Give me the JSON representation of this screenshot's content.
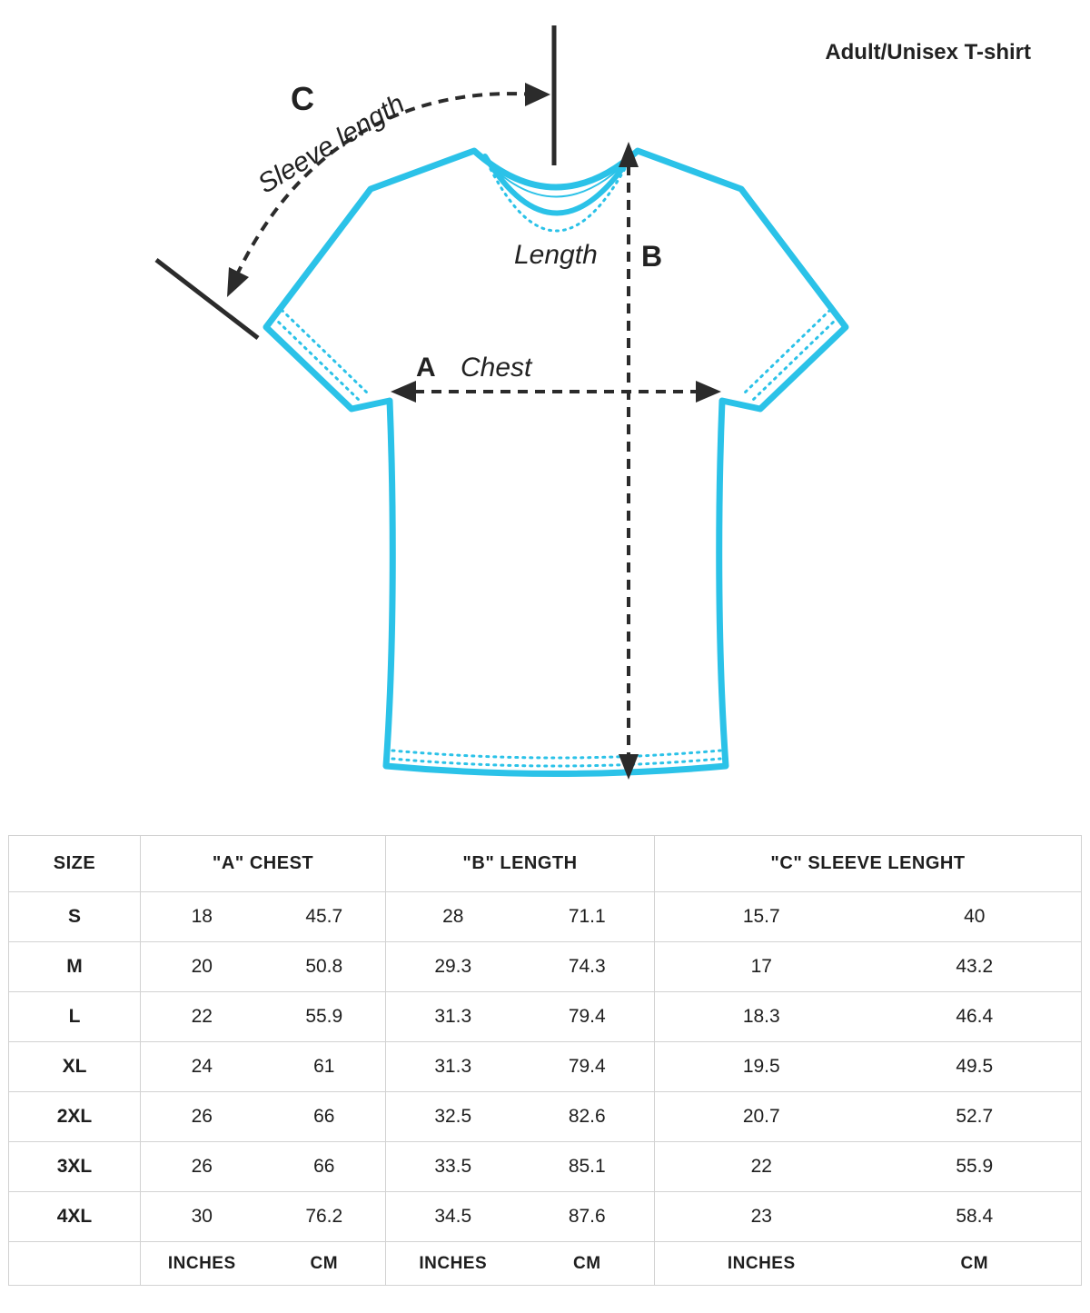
{
  "title": "Adult/Unisex T-shirt",
  "diagram": {
    "label_c": "C",
    "sleeve_label": "Sleeve length",
    "length_label": "Length",
    "label_b": "B",
    "label_a": "A",
    "chest_label": "Chest",
    "shirt_color": "#2bc2e8",
    "arrow_color": "#2b2b2b"
  },
  "table": {
    "col_size": "SIZE",
    "col_chest": "\"A\" CHEST",
    "col_length": "\"B\" LENGTH",
    "col_sleeve": "\"C\" SLEEVE LENGHT",
    "unit_inches": "INCHES",
    "unit_cm": "CM",
    "rows": [
      {
        "size": "S",
        "chest_in": "18",
        "chest_cm": "45.7",
        "len_in": "28",
        "len_cm": "71.1",
        "slv_in": "15.7",
        "slv_cm": "40"
      },
      {
        "size": "M",
        "chest_in": "20",
        "chest_cm": "50.8",
        "len_in": "29.3",
        "len_cm": "74.3",
        "slv_in": "17",
        "slv_cm": "43.2"
      },
      {
        "size": "L",
        "chest_in": "22",
        "chest_cm": "55.9",
        "len_in": "31.3",
        "len_cm": "79.4",
        "slv_in": "18.3",
        "slv_cm": "46.4"
      },
      {
        "size": "XL",
        "chest_in": "24",
        "chest_cm": "61",
        "len_in": "31.3",
        "len_cm": "79.4",
        "slv_in": "19.5",
        "slv_cm": "49.5"
      },
      {
        "size": "2XL",
        "chest_in": "26",
        "chest_cm": "66",
        "len_in": "32.5",
        "len_cm": "82.6",
        "slv_in": "20.7",
        "slv_cm": "52.7"
      },
      {
        "size": "3XL",
        "chest_in": "26",
        "chest_cm": "66",
        "len_in": "33.5",
        "len_cm": "85.1",
        "slv_in": "22",
        "slv_cm": "55.9"
      },
      {
        "size": "4XL",
        "chest_in": "30",
        "chest_cm": "76.2",
        "len_in": "34.5",
        "len_cm": "87.6",
        "slv_in": "23",
        "slv_cm": "58.4"
      }
    ]
  }
}
